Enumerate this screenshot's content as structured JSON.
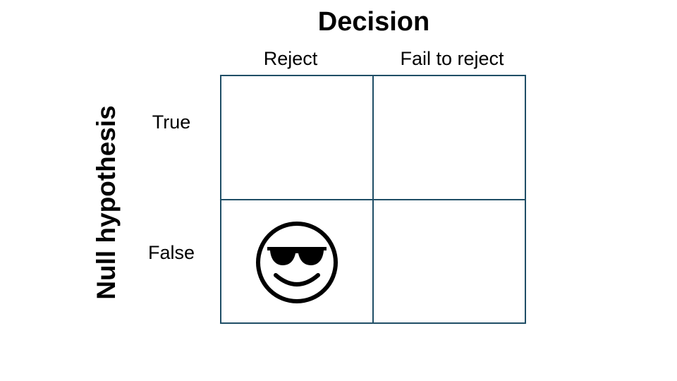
{
  "title": "Decision",
  "row_axis_title": "Null hypothesis",
  "columns": [
    "Reject",
    "Fail to reject"
  ],
  "rows": [
    "True",
    "False"
  ],
  "cells": {
    "true_reject": "",
    "true_fail_to_reject": "",
    "false_reject": "",
    "false_fail_to_reject": ""
  },
  "icons": {
    "false_reject": "smiling-face-with-sunglasses-icon"
  },
  "colors": {
    "grid_line": "#1f4e66",
    "text": "#000000",
    "background": "#ffffff"
  }
}
